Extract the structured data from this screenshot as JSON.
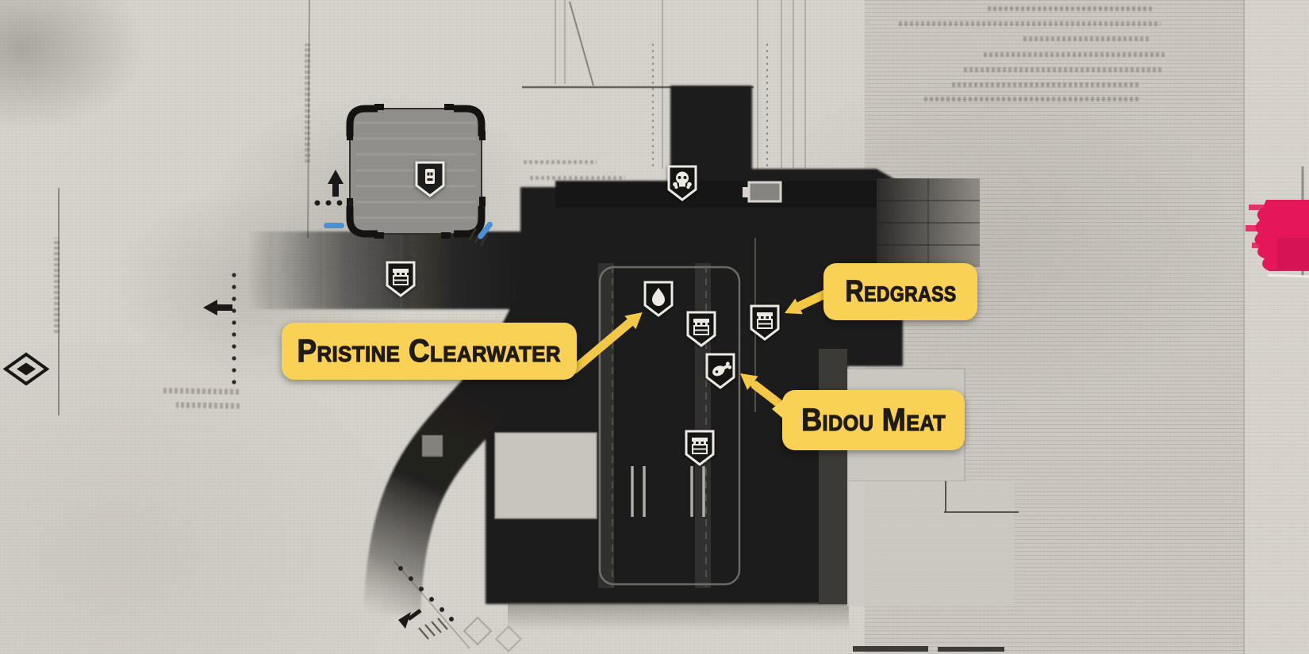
{
  "callouts": [
    {
      "id": "pristine-clearwater",
      "label": "Pristine Clearwater"
    },
    {
      "id": "redgrass",
      "label": "Redgrass"
    },
    {
      "id": "bidou-meat",
      "label": "Bidou Meat"
    }
  ],
  "map_icons": [
    {
      "name": "saferoom-badge",
      "glyph": "door"
    },
    {
      "name": "danger-skull-badge",
      "glyph": "skull"
    },
    {
      "name": "vendor-badge-west",
      "glyph": "storefront"
    },
    {
      "name": "water-vendor-badge",
      "glyph": "water-drop"
    },
    {
      "name": "vendor-badge-market-north",
      "glyph": "storefront"
    },
    {
      "name": "vendor-badge-redgrass",
      "glyph": "storefront"
    },
    {
      "name": "meat-vendor-badge",
      "glyph": "meat"
    },
    {
      "name": "vendor-badge-market-south",
      "glyph": "storefront"
    }
  ],
  "colors": {
    "paper": "#d6d3cc",
    "map_dark": "#1d1d1b",
    "building_gray": "#8f8e8a",
    "callout_bg": "#f9d155",
    "callout_text": "#201c15",
    "arrow_yellow": "#f3c845",
    "splash_pink": "#e5175a",
    "door_marker_blue": "#4b90d4"
  }
}
